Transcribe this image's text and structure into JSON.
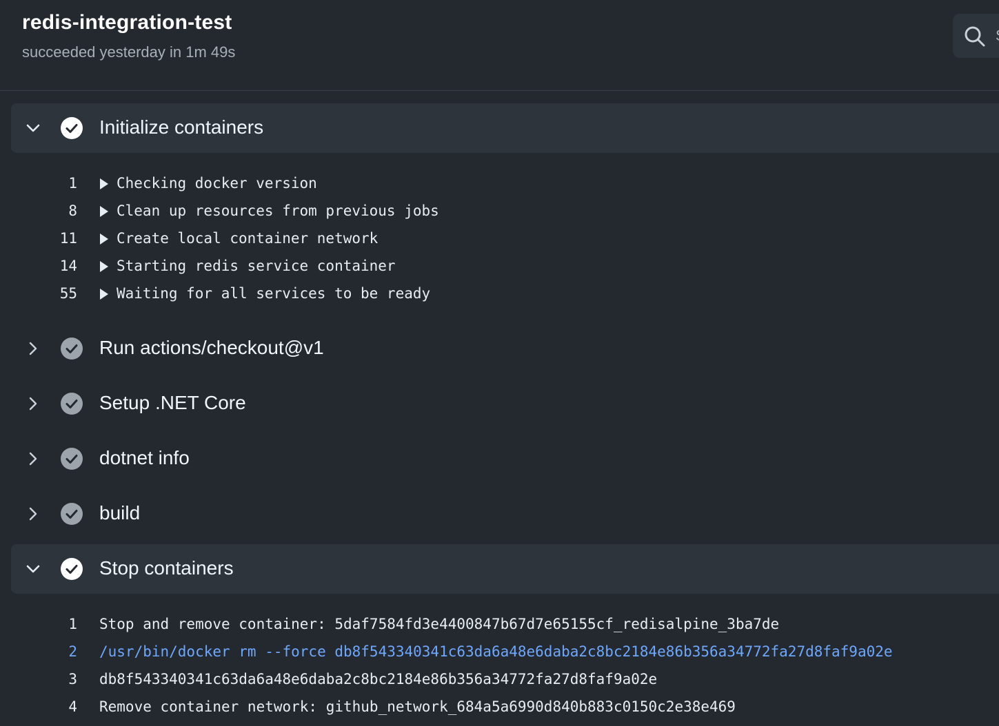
{
  "header": {
    "title": "redis-integration-test",
    "status": "succeeded yesterday in 1m 49s",
    "search_label": "S"
  },
  "steps": [
    {
      "name": "Initialize containers",
      "expanded": true,
      "log": [
        {
          "num": "1",
          "text": "Checking docker version",
          "group": true
        },
        {
          "num": "8",
          "text": "Clean up resources from previous jobs",
          "group": true
        },
        {
          "num": "11",
          "text": "Create local container network",
          "group": true
        },
        {
          "num": "14",
          "text": "Starting redis service container",
          "group": true
        },
        {
          "num": "55",
          "text": "Waiting for all services to be ready",
          "group": true
        }
      ]
    },
    {
      "name": "Run actions/checkout@v1",
      "expanded": false
    },
    {
      "name": "Setup .NET Core",
      "expanded": false
    },
    {
      "name": "dotnet info",
      "expanded": false
    },
    {
      "name": "build",
      "expanded": false
    },
    {
      "name": "Stop containers",
      "expanded": true,
      "log": [
        {
          "num": "1",
          "text": "Stop and remove container: 5daf7584fd3e4400847b67d7e65155cf_redisalpine_3ba7de"
        },
        {
          "num": "2",
          "text": "/usr/bin/docker rm --force db8f543340341c63da6a48e6daba2c8bc2184e86b356a34772fa27d8faf9a02e",
          "command": true
        },
        {
          "num": "3",
          "text": "db8f543340341c63da6a48e6daba2c8bc2184e86b356a34772fa27d8faf9a02e"
        },
        {
          "num": "4",
          "text": "Remove container network: github_network_684a5a6990d840b883c0150c2e38e469"
        }
      ]
    }
  ],
  "colors": {
    "background": "#24292f",
    "expanded_step_bg": "#2e343c",
    "success_icon_active": "#ffffff",
    "success_icon_collapsed": "#9ea4ab",
    "command_text": "#6ea8fe"
  }
}
